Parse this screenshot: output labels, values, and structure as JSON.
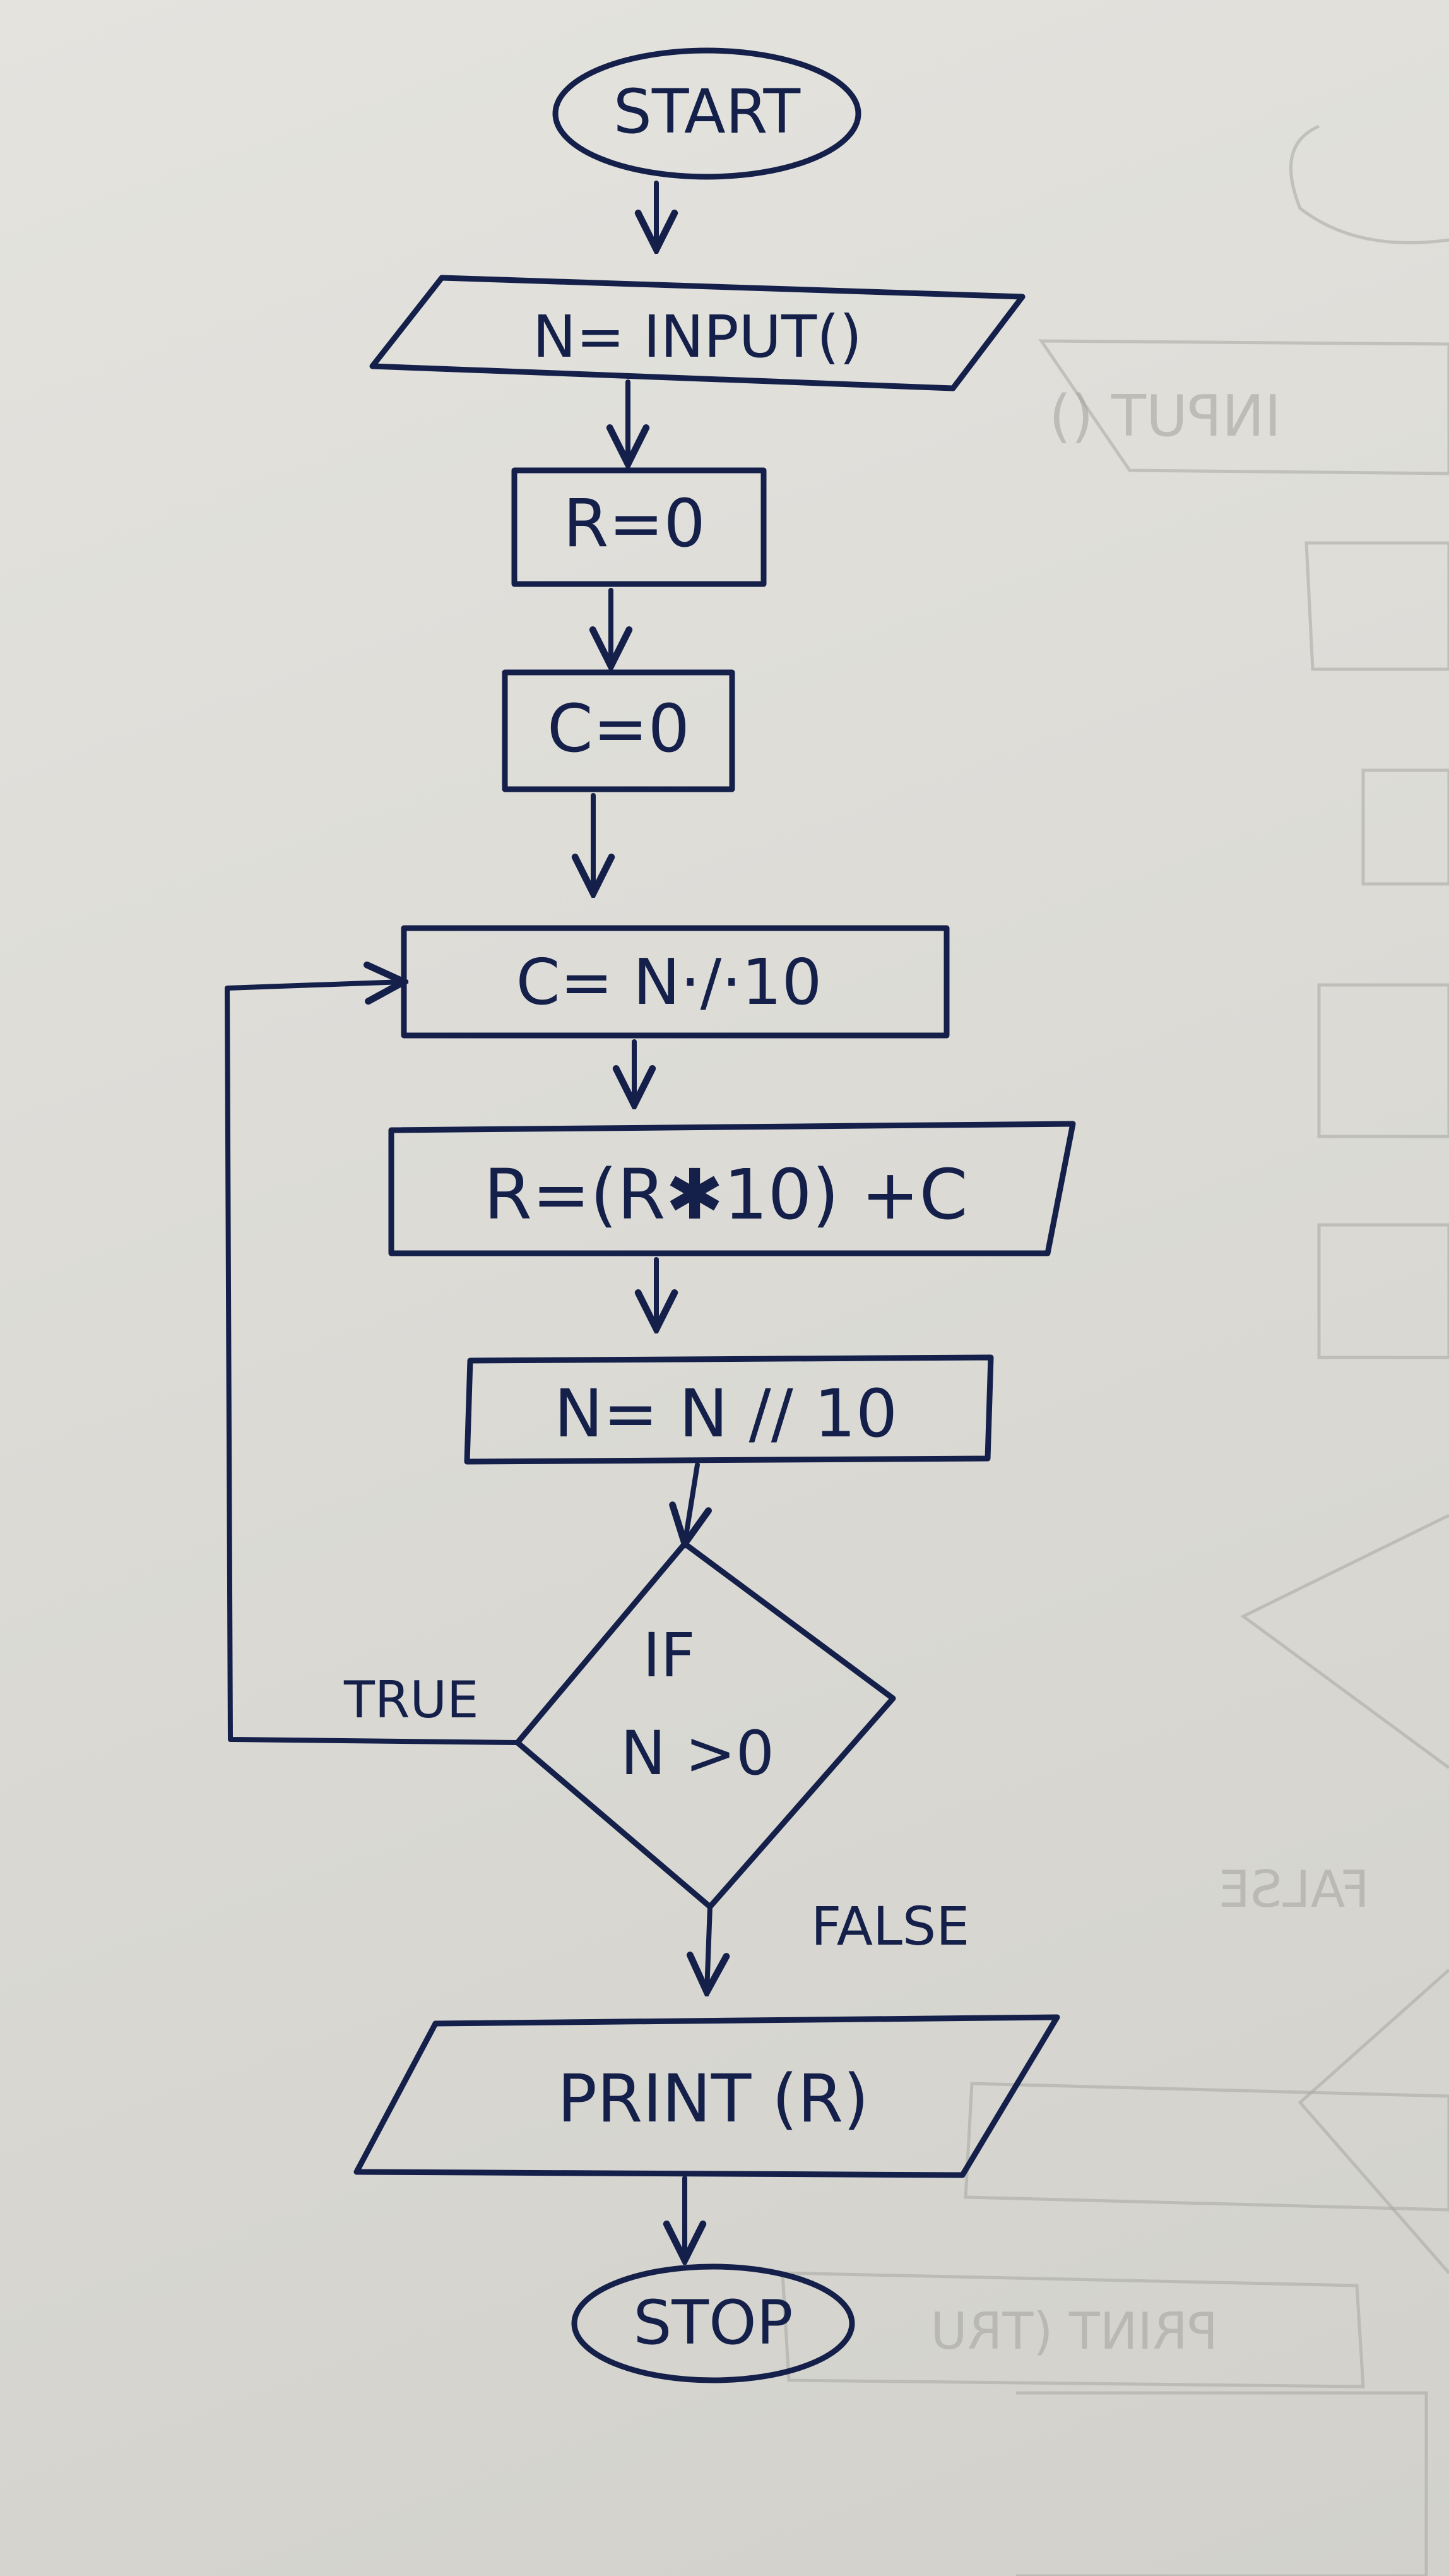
{
  "nodes": {
    "start": "START",
    "input": "N= INPUT()",
    "init_r": "R=0",
    "init_c": "C=0",
    "mod": "C= N·/·10",
    "accumulate": "R=(R✱10) +C",
    "divide": "N= N // 10",
    "decision_line1": "IF",
    "decision_line2": "N >0",
    "print": "PRINT (R)",
    "stop": "STOP"
  },
  "edges": {
    "true_label": "TRUE",
    "false_label": "FALSE"
  },
  "colors": {
    "ink": "#14204a",
    "paper": "#dedcd7"
  }
}
